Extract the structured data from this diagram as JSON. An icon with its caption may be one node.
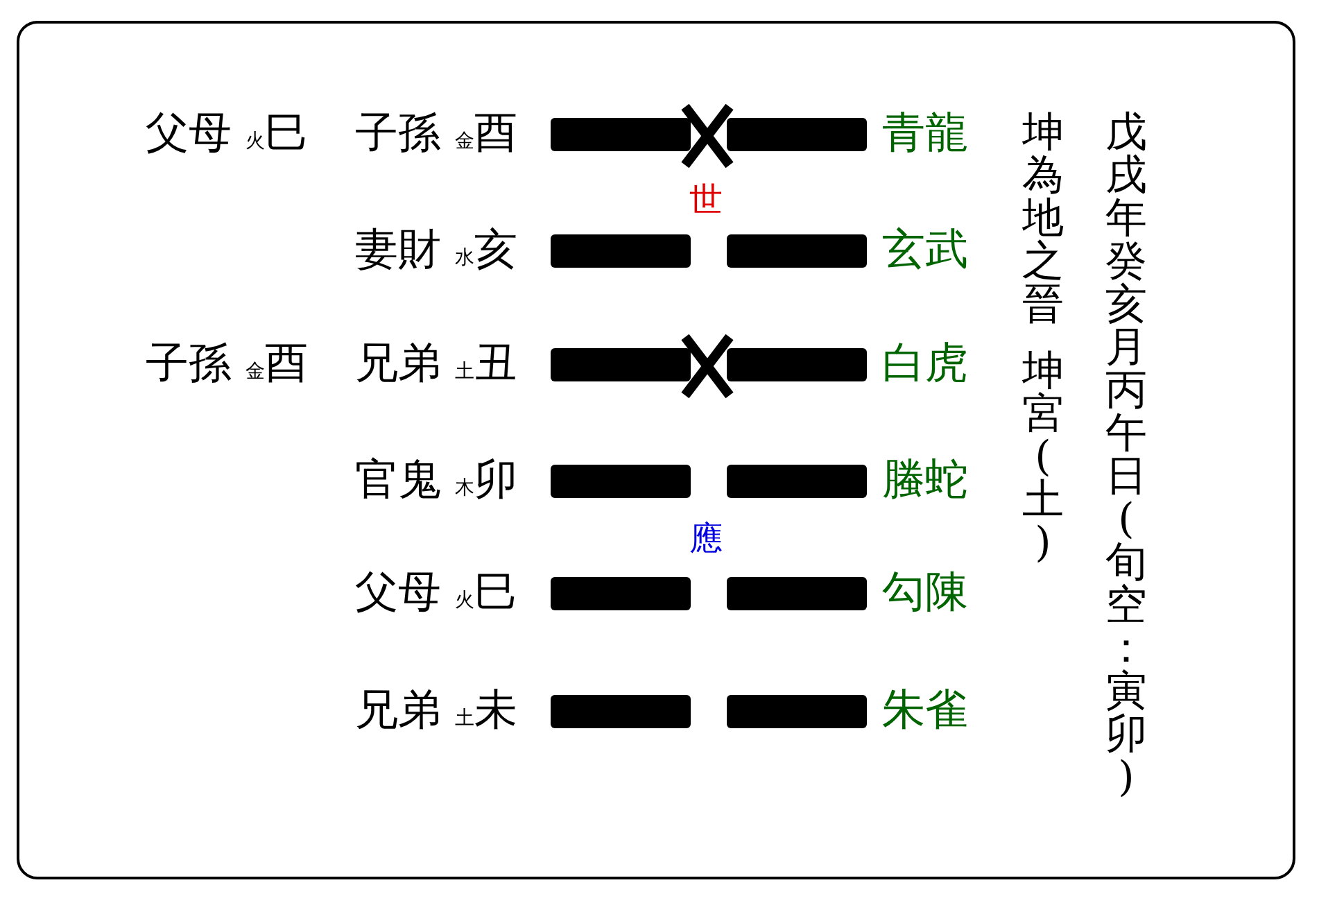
{
  "diagram": {
    "labels": [
      "父母 $_{火}$巳",
      "子孫 $_{金}$酉",
      "青龍",
      "坤為地之晉",
      "坤宮(土)",
      "戊戌年癸亥月丙午日(旬空：寅卯)",
      "世",
      "妻財 $_{水}$亥",
      "玄武",
      "子孫 $_{金}$酉",
      "兄弟 $_{土}$丑",
      "白虎",
      "官鬼 $_{木}$卯",
      "螣蛇",
      "應",
      "父母 $_{火}$巳",
      "勾陳",
      "兄弟 $_{土}$未",
      "朱雀"
    ]
  }
}
